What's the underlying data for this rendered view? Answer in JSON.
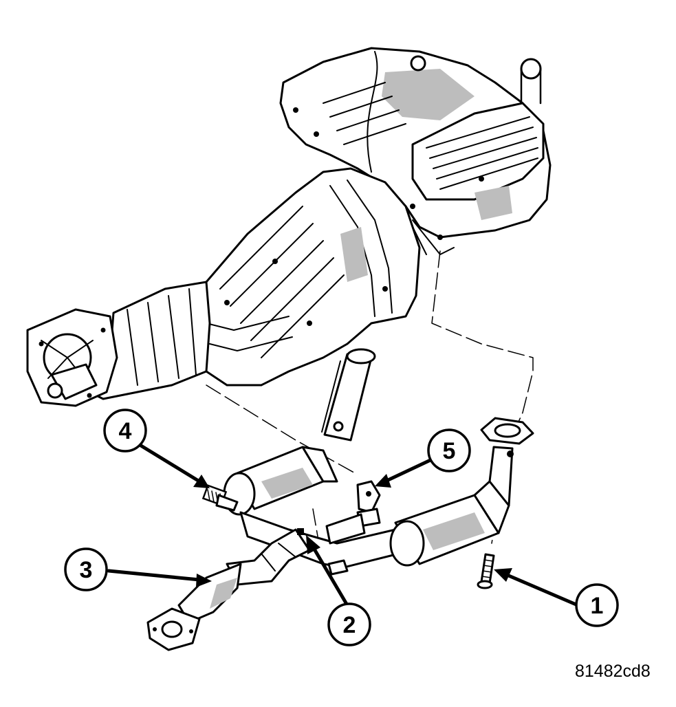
{
  "figure": {
    "id_label": "81482cd8"
  },
  "callouts": [
    {
      "number": "1"
    },
    {
      "number": "2"
    },
    {
      "number": "3"
    },
    {
      "number": "4"
    },
    {
      "number": "5"
    }
  ],
  "components": [
    "engine",
    "transmission",
    "transfer-case",
    "exhaust-y-pipe",
    "left-catalytic-converter",
    "right-catalytic-converter",
    "front-pipe-flange",
    "rear-pipe-flange",
    "fastener-bolt",
    "mounting-stud",
    "support-bracket"
  ]
}
